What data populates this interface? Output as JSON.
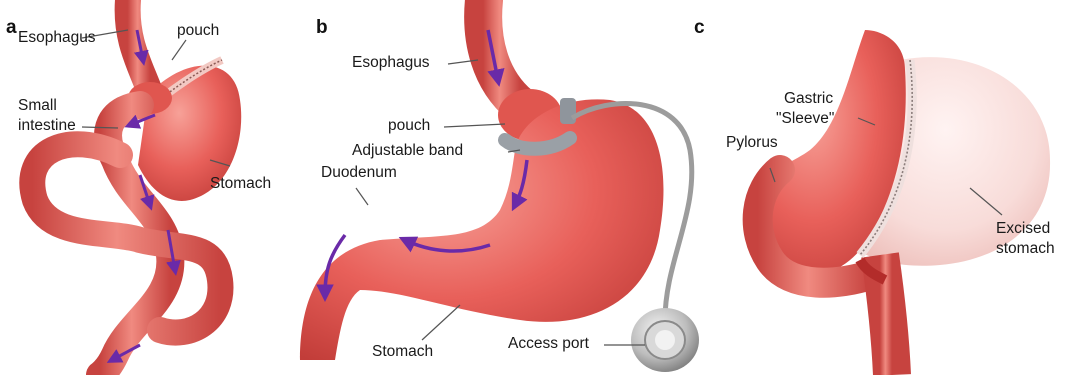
{
  "figure": {
    "panels": [
      {
        "letter": "a",
        "labels": {
          "esophagus": "Esophagus",
          "pouch": "pouch",
          "small_intestine_1": "Small",
          "small_intestine_2": "intestine",
          "stomach": "Stomach"
        }
      },
      {
        "letter": "b",
        "labels": {
          "esophagus": "Esophagus",
          "pouch": "pouch",
          "adjustable_band": "Adjustable band",
          "duodenum": "Duodenum",
          "stomach": "Stomach",
          "access_port": "Access port"
        }
      },
      {
        "letter": "c",
        "labels": {
          "gastric_1": "Gastric",
          "gastric_2": "\"Sleeve\"",
          "pylorus": "Pylorus",
          "excised_1": "Excised",
          "excised_2": "stomach"
        }
      }
    ],
    "colors": {
      "tissue": "#e8605a",
      "tissue_dark": "#c7433f",
      "tissue_light": "#f59a90",
      "excised": "#f7d6d3",
      "arrow": "#6a2aa8",
      "band": "#9aa0a6",
      "tube": "#9c9c9c"
    }
  }
}
